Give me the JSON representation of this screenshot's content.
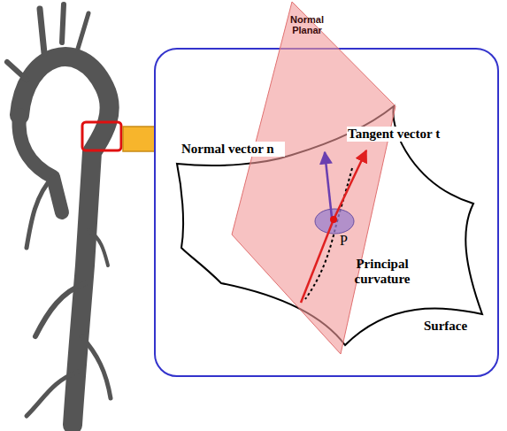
{
  "diagram": {
    "labels": [
      "Normal Planar",
      "Normal vector n⃗",
      "Tangent vector t⃗",
      "P",
      "Principal curvature",
      "Surface"
    ]
  }
}
